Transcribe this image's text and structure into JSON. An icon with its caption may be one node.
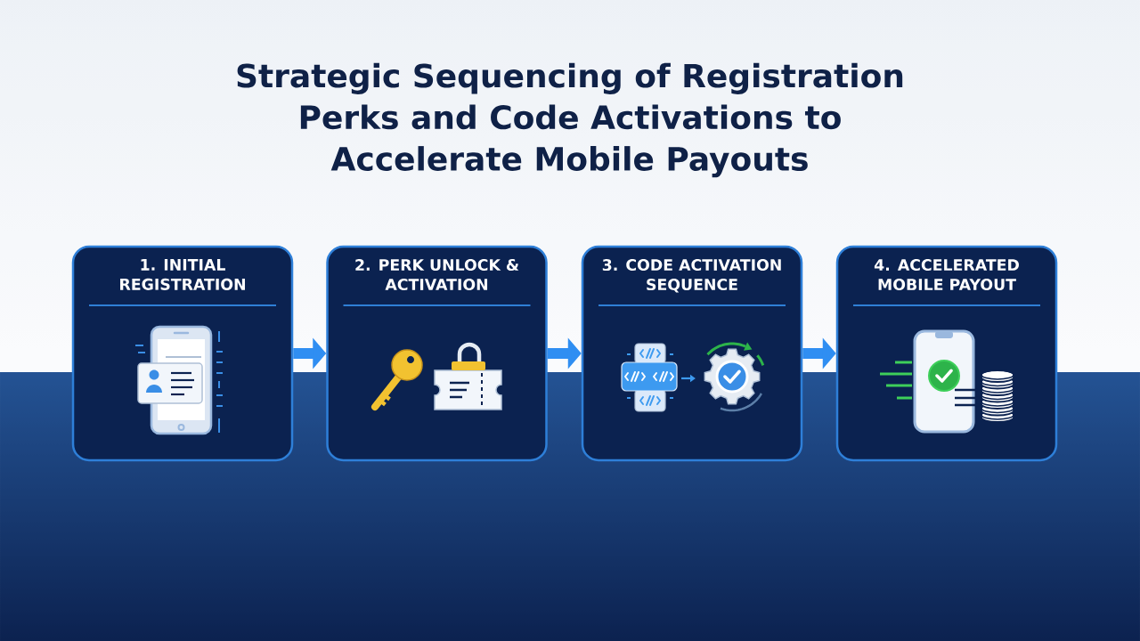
{
  "diagram": {
    "title": "Strategic Sequencing of Registration Perks and Code Activations to Accelerate Mobile Payouts",
    "nodes": [
      {
        "text": [
          "1. INITIAL REGISTRATION"
        ]
      },
      {
        "text": [
          "2. PERK UNLOCK & ACTIVATION"
        ]
      },
      {
        "text": [
          "3. CODE ACTIVATION SEQUENCE"
        ]
      },
      {
        "text": [
          "4. ACCELERATED MOBILE PAYOUT"
        ]
      }
    ],
    "edges": [
      {
        "from": 0,
        "to": 1,
        "arrow": "to"
      },
      {
        "from": 1,
        "to": 2,
        "arrow": "to"
      },
      {
        "from": 2,
        "to": 3,
        "arrow": "to"
      }
    ]
  }
}
